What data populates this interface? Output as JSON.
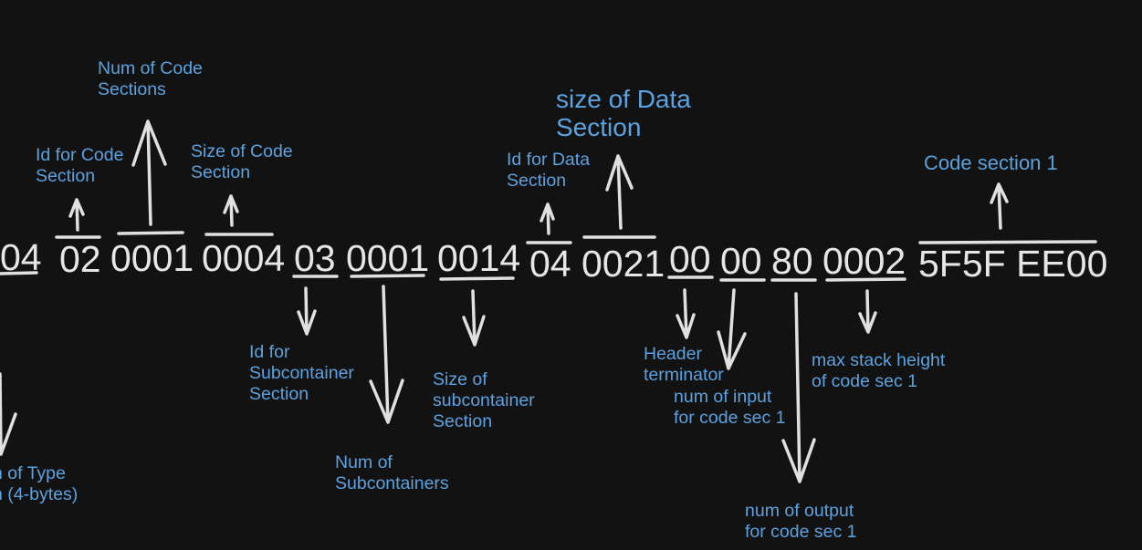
{
  "hex_bytes": {
    "b04_cut": "04",
    "b02": "02",
    "b0001_code_num": "0001",
    "b0004": "0004",
    "b03": "03",
    "b0001_subcont_num": "0001",
    "b0014": "0014",
    "b04_data": "04",
    "b0021": "0021",
    "b00_term": "00",
    "b00_inputs": "00",
    "b80": "80",
    "b0002": "0002",
    "code_section": "5F5F EE00"
  },
  "labels": {
    "num_code_sections": "Num of Code\nSections",
    "id_code_section": "Id for Code\nSection",
    "size_code_section": "Size of Code\nSection",
    "size_data_section": "size of Data\nSection",
    "id_data_section": "Id for Data\nSection",
    "code_section_1": "Code section 1",
    "id_subcontainer": "Id for\nSubcontainer\nSection",
    "num_subcontainers": "Num of\nSubcontainers",
    "size_subcontainer": "Size of\nsubcontainer\nSection",
    "header_terminator": "Header\nterminator",
    "num_input": "num of input\nfor code sec 1",
    "num_output": "num of output\nfor code sec 1",
    "max_stack": "max stack height\nof code sec 1",
    "type_section_cut": "n of Type\nn (4-bytes)"
  },
  "colors": {
    "background": "#121212",
    "hex_text": "#e6e6e6",
    "label_text": "#5aa2e0",
    "strokes": "#e0e0e0"
  }
}
